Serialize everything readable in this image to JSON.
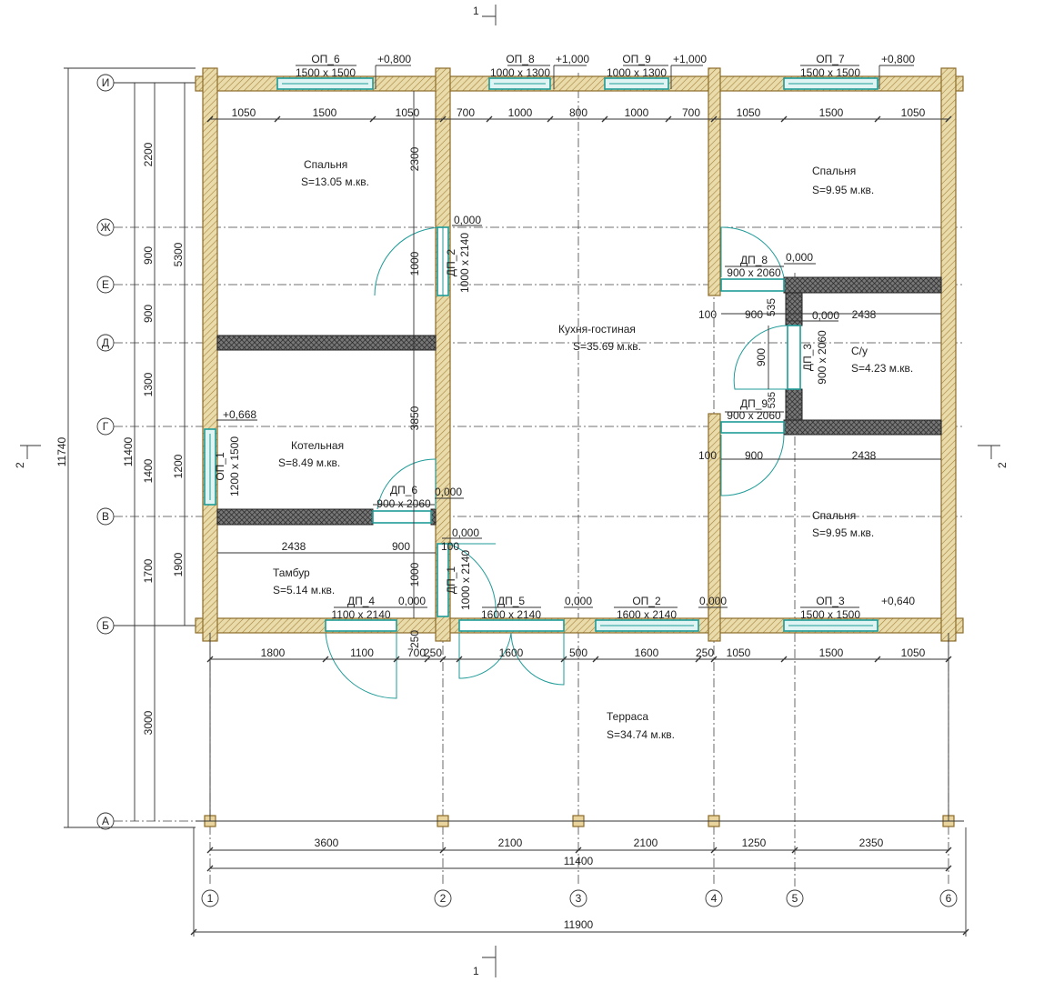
{
  "axes": {
    "cols": [
      "1",
      "2",
      "3",
      "4",
      "5",
      "6"
    ],
    "rows": [
      "И",
      "Ж",
      "Е",
      "Д",
      "Г",
      "В",
      "Б",
      "А"
    ]
  },
  "section_marks": {
    "top": "1",
    "bottom": "1",
    "left": "2",
    "right": "2"
  },
  "rooms": [
    {
      "name": "Спальня",
      "area": "S=13.05 м.кв."
    },
    {
      "name": "Кухня-гостиная",
      "area": "S=35.69 м.кв."
    },
    {
      "name": "Спальня",
      "area": "S=9.95 м.кв."
    },
    {
      "name": "С/у",
      "area": "S=4.23 м.кв."
    },
    {
      "name": "Котельная",
      "area": "S=8.49 м.кв."
    },
    {
      "name": "Спальня",
      "area": "S=9.95 м.кв."
    },
    {
      "name": "Тамбур",
      "area": "S=5.14 м.кв."
    },
    {
      "name": "Терраса",
      "area": "S=34.74 м.кв."
    }
  ],
  "openings": {
    "op6": {
      "mark": "ОП_6",
      "size": "1500 x 1500",
      "level": "+0,800"
    },
    "op8": {
      "mark": "ОП_8",
      "size": "1000 x 1300",
      "level": "+1,000"
    },
    "op9": {
      "mark": "ОП_9",
      "size": "1000 x 1300",
      "level": "+1,000"
    },
    "op7": {
      "mark": "ОП_7",
      "size": "1500 x 1500",
      "level": "+0,800"
    },
    "dp2": {
      "mark": "ДП_2",
      "size": "1000 x 2140",
      "level": "0,000"
    },
    "dp8": {
      "mark": "ДП_8",
      "size": "900 x 2060",
      "level": "0,000"
    },
    "dp3": {
      "mark": "ДП_3",
      "size": "900 x 2060",
      "level": "0,000"
    },
    "dp9": {
      "mark": "ДП_9",
      "size": "900 x 2060"
    },
    "op1": {
      "mark": "ОП_1",
      "size": "1200 x 1500",
      "level": "+0,668"
    },
    "dp6": {
      "mark": "ДП_6",
      "size": "900 x 2060",
      "level": "0,000"
    },
    "dp1": {
      "mark": "ДП_1",
      "size": "1000 x 2140",
      "level": "0,000"
    },
    "dp4": {
      "mark": "ДП_4",
      "size": "1100 x 2140",
      "level": "0,000"
    },
    "dp5": {
      "mark": "ДП_5",
      "size": "1600 x 2140",
      "level": "0,000"
    },
    "op2": {
      "mark": "ОП_2",
      "size": "1600 x 2140",
      "level": "0,000"
    },
    "op3": {
      "mark": "ОП_3",
      "size": "1500 x 1500",
      "level": "+0,640"
    }
  },
  "dims": {
    "top": [
      "1050",
      "1500",
      "1050",
      "700",
      "1000",
      "800",
      "1000",
      "700",
      "1050",
      "1500",
      "1050"
    ],
    "bottom": [
      "1800",
      "1100",
      "700",
      "250",
      "1600",
      "500",
      "1600",
      "250",
      "1050",
      "1500",
      "1050"
    ],
    "axis_bottom": [
      "3600",
      "2100",
      "2100",
      "1250",
      "2350"
    ],
    "axis_total": "11400",
    "overall_width": "11900",
    "left_chain": [
      "2200",
      "900",
      "900",
      "1300",
      "1400",
      "1700",
      "3000"
    ],
    "left_chain2": [
      "5300",
      "1200",
      "1900"
    ],
    "left_total": "11400",
    "left_overall": "11740",
    "interior_v": [
      "2300",
      "1000",
      "3850",
      "1000",
      "250"
    ],
    "boiler_row": [
      "2438",
      "900"
    ],
    "bath_row1": [
      "100",
      "900",
      "535",
      "2438"
    ],
    "bath_door_v": "900",
    "bath_row2": [
      "100",
      "900",
      "2438"
    ],
    "dp1_small": "100",
    "dp9_small": "535"
  }
}
